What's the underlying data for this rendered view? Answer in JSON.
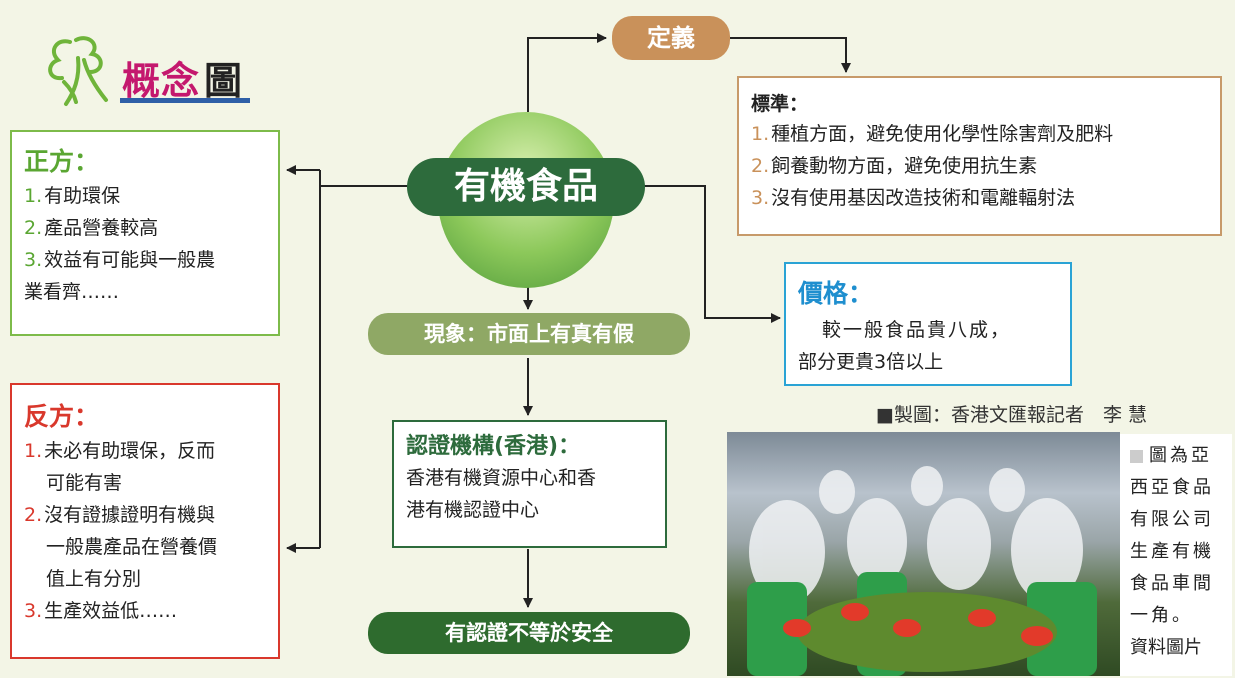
{
  "title": {
    "part1": "概念",
    "part2": "圖"
  },
  "center": {
    "label": "有機食品"
  },
  "definition": {
    "label": "定義"
  },
  "standard": {
    "heading": "標準：",
    "items": [
      {
        "num": "1.",
        "text": "種植方面，避免使用化學性除害劑及肥料"
      },
      {
        "num": "2.",
        "text": "飼養動物方面，避免使用抗生素"
      },
      {
        "num": "3.",
        "text": "沒有使用基因改造技術和電離輻射法"
      }
    ]
  },
  "pros": {
    "heading": "正方：",
    "items": [
      {
        "num": "1.",
        "lines": [
          "有助環保"
        ]
      },
      {
        "num": "2.",
        "lines": [
          "產品營養較高"
        ]
      },
      {
        "num": "3.",
        "lines": [
          "效益有可能與一般農",
          "業看齊……"
        ]
      }
    ]
  },
  "cons": {
    "heading": "反方：",
    "items": [
      {
        "num": "1.",
        "lines": [
          "未必有助環保，反而",
          "可能有害"
        ]
      },
      {
        "num": "2.",
        "lines": [
          "沒有證據證明有機與",
          "一般農產品在營養價",
          "值上有分別"
        ]
      },
      {
        "num": "3.",
        "lines": [
          "生產效益低……"
        ]
      }
    ]
  },
  "price": {
    "heading": "價格：",
    "lines": [
      "較一般食品貴八成，",
      "部分更貴3倍以上"
    ]
  },
  "phenomenon": {
    "label": "現象：市面上有真有假"
  },
  "certification": {
    "heading": "認證機構(香港)：",
    "lines": [
      "香港有機資源中心和香",
      "港有機認證中心"
    ]
  },
  "conclusion": {
    "label": "有認證不等於安全"
  },
  "credit": {
    "text": "■製圖：香港文匯報記者　李 慧"
  },
  "caption": {
    "lines": [
      "圖為亞",
      "西亞食品",
      "有限公司",
      "生產有機",
      "食品車間",
      "一角。",
      "資料圖片"
    ]
  },
  "colors": {
    "green": "#7dbb4a",
    "red": "#d9382c",
    "brown": "#c79a6a",
    "blue": "#2aa3d5",
    "dark_green": "#2d6b3c",
    "olive": "#8fa865",
    "magenta": "#c4186e"
  }
}
